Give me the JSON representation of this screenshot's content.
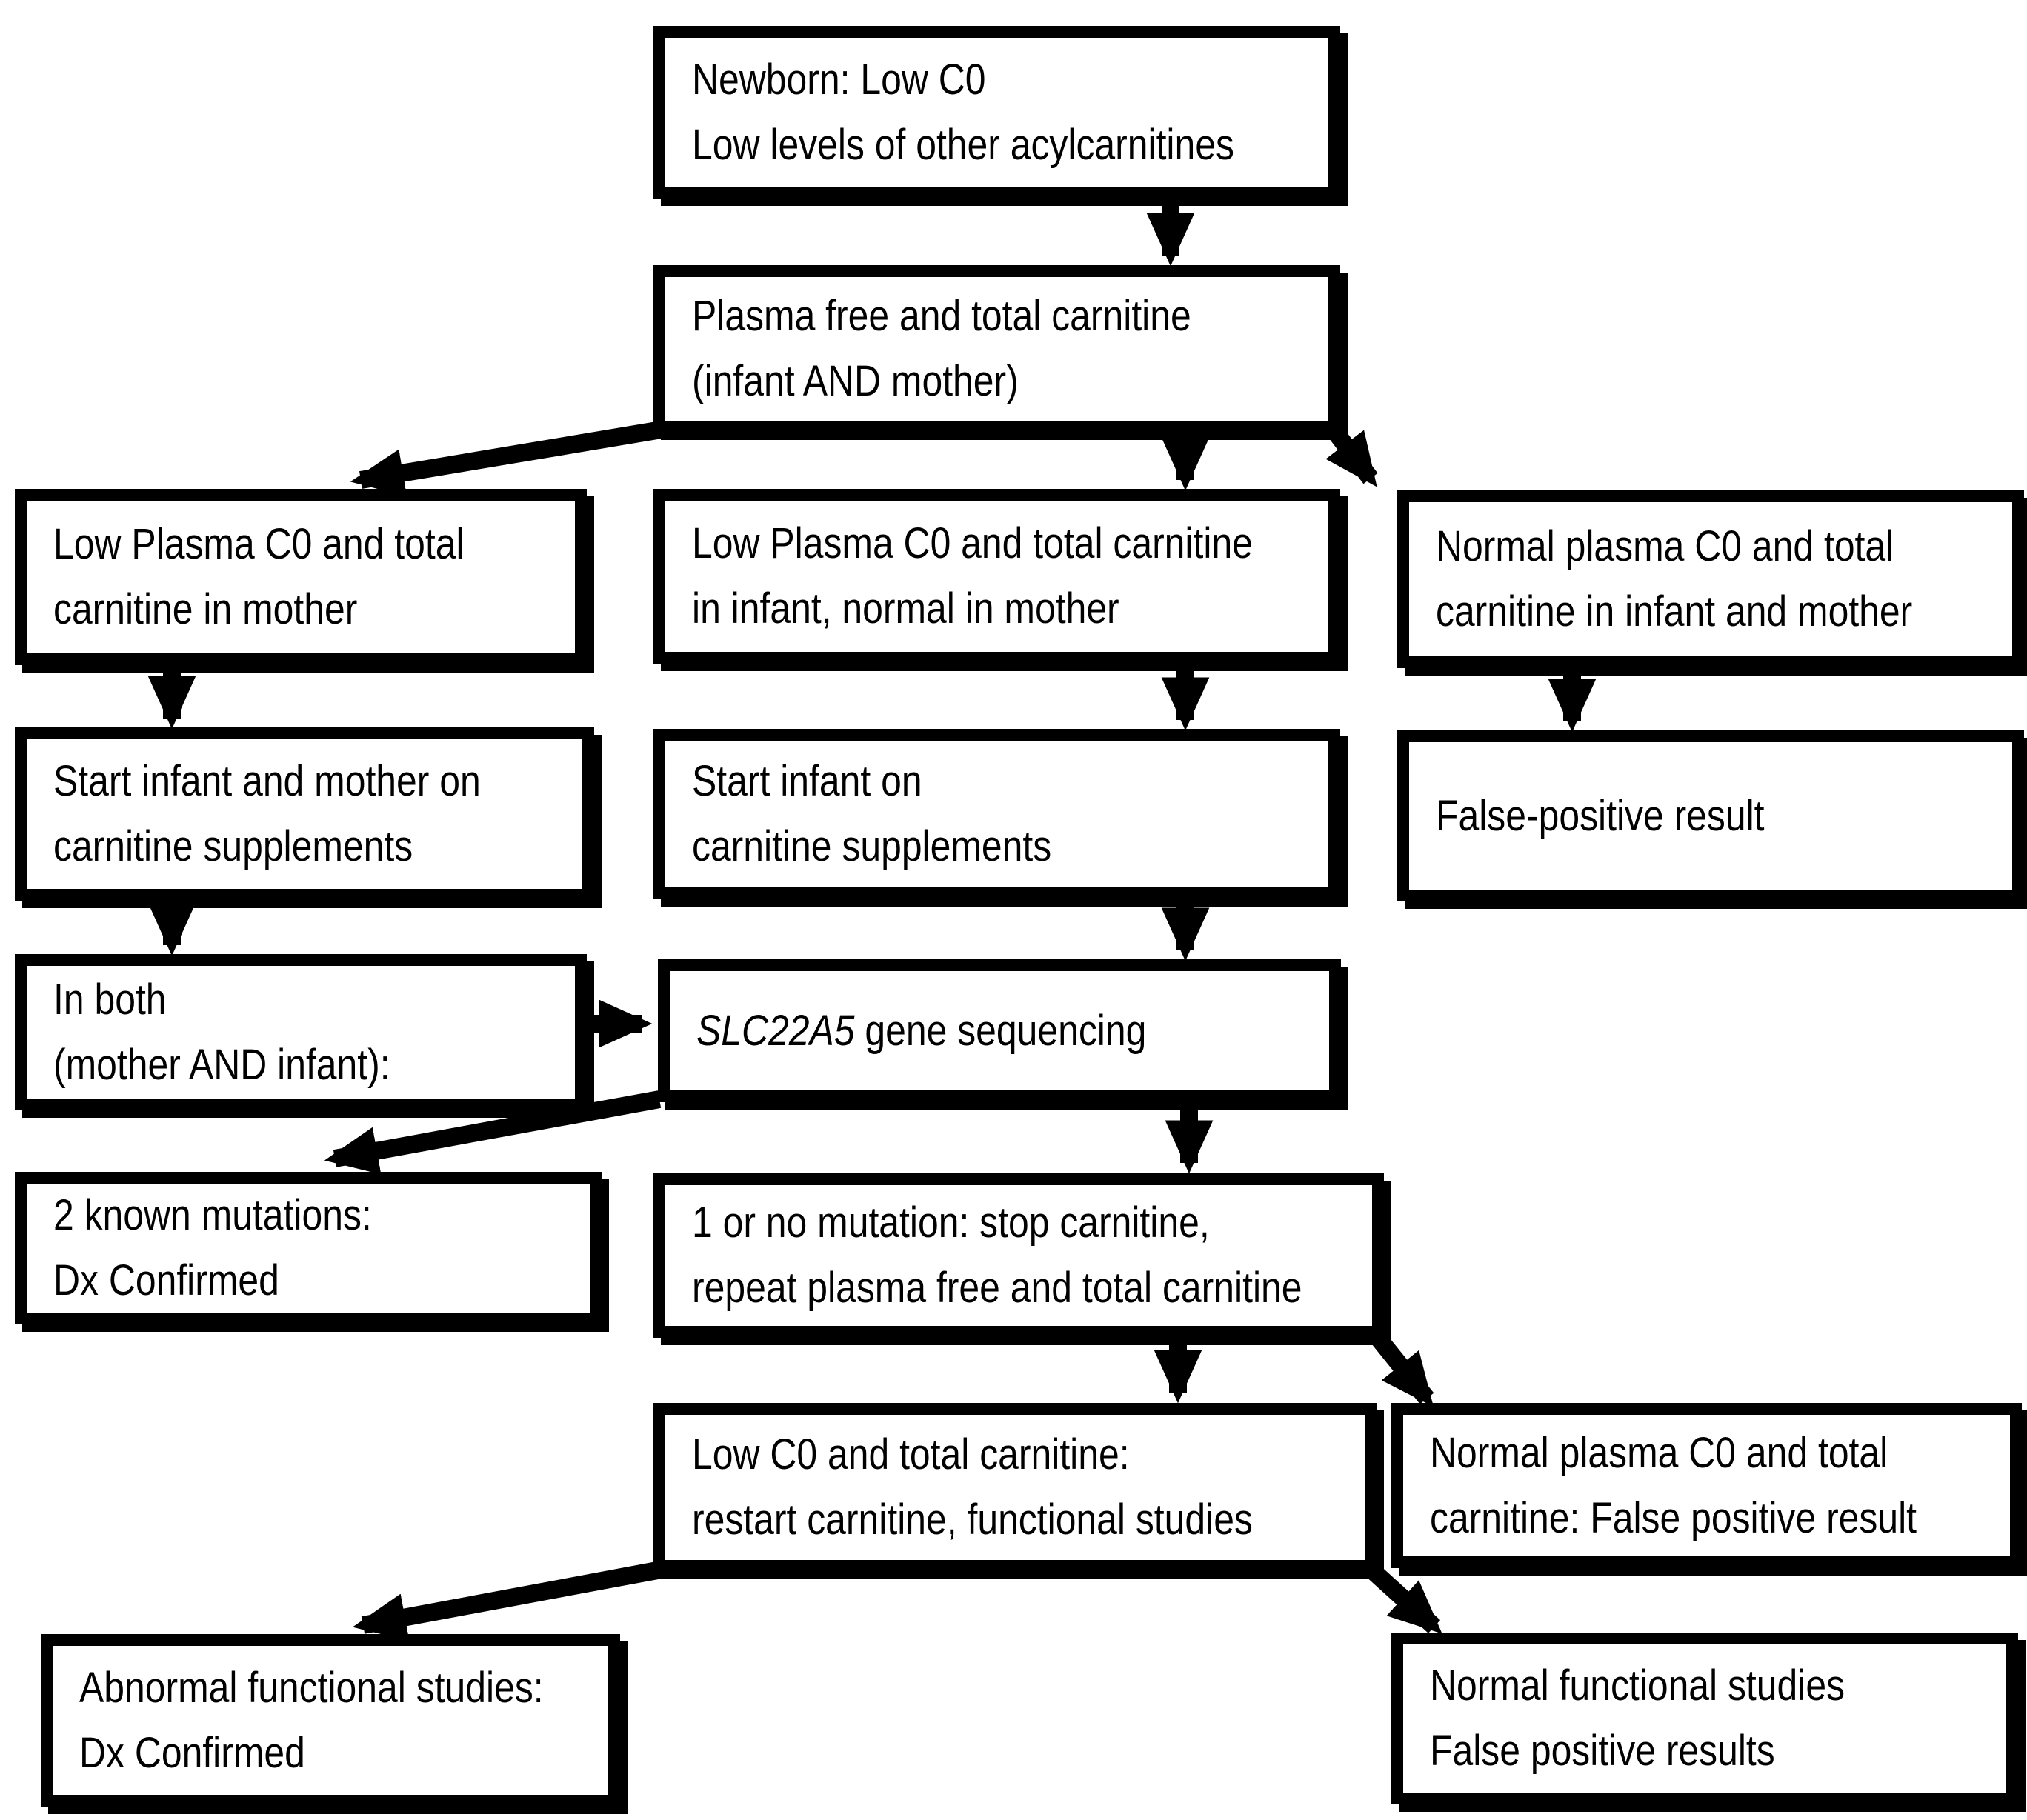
{
  "figure": {
    "background_color": "#ffffff",
    "line_color": "#000000",
    "type": "clinical-decision-flowchart"
  },
  "flowchart": {
    "nodes": {
      "newborn": {
        "lines": [
          "Newborn: Low C0",
          "Low levels of other acylcarnitines"
        ]
      },
      "plasma_test": {
        "lines": [
          "Plasma free and total carnitine",
          "(infant AND mother)"
        ]
      },
      "low_mother": {
        "lines": [
          "Low Plasma C0 and total",
          "carnitine in mother"
        ]
      },
      "low_infant_normal_mother": {
        "lines": [
          "Low Plasma C0 and total carnitine",
          "in infant, normal in mother"
        ]
      },
      "normal_both": {
        "lines": [
          "Normal plasma C0 and total",
          "carnitine in infant and mother"
        ]
      },
      "start_infant_mother": {
        "lines": [
          "Start infant and mother on",
          "carnitine supplements"
        ]
      },
      "start_infant": {
        "lines": [
          "Start infant on",
          "carnitine supplements"
        ]
      },
      "false_positive": {
        "lines": [
          "False-positive result"
        ]
      },
      "in_both": {
        "lines": [
          "In both",
          "(mother AND infant):"
        ]
      },
      "gene_sequencing": {
        "gene_symbol": "SLC22A5",
        "label_rest": " gene sequencing"
      },
      "two_mutations": {
        "lines": [
          "2 known mutations:",
          "Dx Confirmed"
        ]
      },
      "one_or_no_mutation": {
        "lines": [
          "1 or no mutation: stop carnitine,",
          "repeat plasma free and total carnitine"
        ]
      },
      "low_restart": {
        "lines": [
          "Low C0 and total carnitine:",
          "restart carnitine, functional studies"
        ]
      },
      "normal_false_positive": {
        "lines": [
          "Normal plasma C0 and total",
          "carnitine: False positive result"
        ]
      },
      "abnormal_functional": {
        "lines": [
          "Abnormal functional studies:",
          "Dx Confirmed"
        ]
      },
      "normal_functional": {
        "lines": [
          "Normal functional studies",
          "False positive results"
        ]
      }
    }
  }
}
